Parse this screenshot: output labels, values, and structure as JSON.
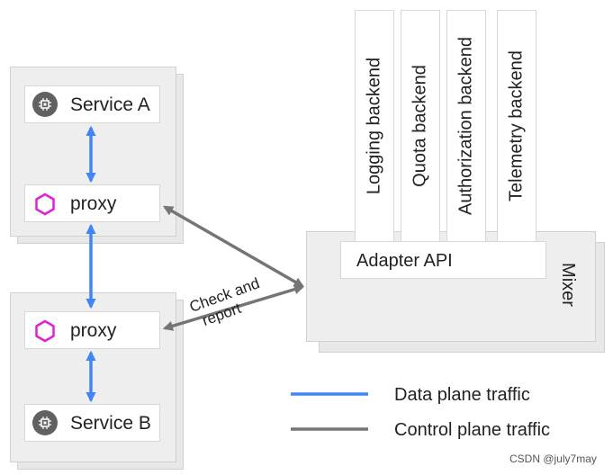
{
  "service_a": {
    "label": "Service A",
    "icon": "chip-icon"
  },
  "proxy_a": {
    "label": "proxy",
    "icon": "hexagon-icon"
  },
  "proxy_b": {
    "label": "proxy",
    "icon": "hexagon-icon"
  },
  "service_b": {
    "label": "Service B",
    "icon": "chip-icon"
  },
  "backends": [
    {
      "label": "Logging backend"
    },
    {
      "label": "Quota backend"
    },
    {
      "label": "Authorization backend"
    },
    {
      "label": "Telemetry backend"
    }
  ],
  "adapter_api": {
    "label": "Adapter API"
  },
  "mixer": {
    "label": "Mixer"
  },
  "edge_label": {
    "line1": "Check and",
    "line2": "report"
  },
  "legend": {
    "data_plane": {
      "label": "Data plane traffic",
      "color": "#4285f4"
    },
    "control_plane": {
      "label": "Control plane traffic",
      "color": "#757575"
    }
  },
  "watermark": "CSDN @july7may",
  "colors": {
    "data_arrow": "#4285f4",
    "control_arrow": "#757575",
    "hexagon": "#e020d8",
    "chip": "#616161"
  }
}
